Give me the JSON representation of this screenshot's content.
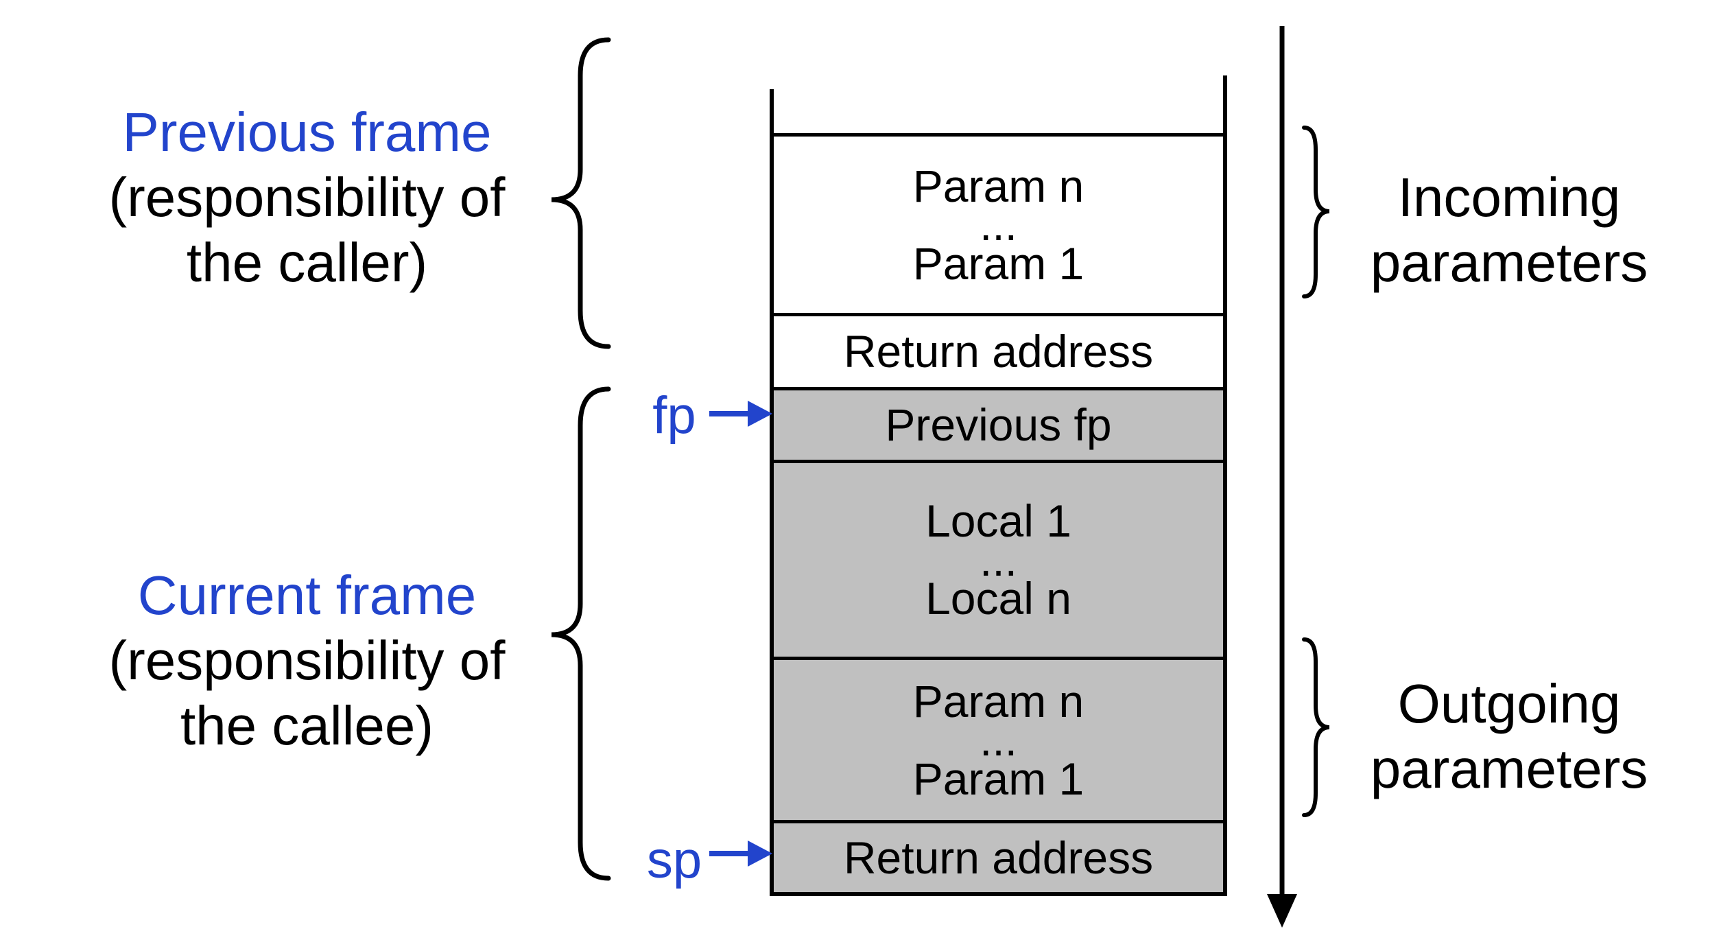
{
  "colors": {
    "accent_blue": "#2244CC",
    "cell_gray": "#C0C0C0",
    "line_black": "#000000",
    "background_white": "#FFFFFF"
  },
  "left_labels": {
    "previous": {
      "line1": "Previous frame",
      "line2": "(responsibility of",
      "line3": "the caller)"
    },
    "current": {
      "line1": "Current frame",
      "line2": "(responsibility of",
      "line3": "the callee)"
    }
  },
  "pointers": {
    "fp": "fp",
    "sp": "sp"
  },
  "stack": {
    "cells": [
      {
        "name": "incoming-params",
        "fill": "white",
        "lines": [
          "Param n",
          "...",
          "Param 1"
        ]
      },
      {
        "name": "return-address-caller",
        "fill": "white",
        "lines": [
          "Return address"
        ]
      },
      {
        "name": "previous-fp",
        "fill": "gray",
        "lines": [
          "Previous fp"
        ]
      },
      {
        "name": "locals",
        "fill": "gray",
        "lines": [
          "Local 1",
          "...",
          "Local n"
        ]
      },
      {
        "name": "outgoing-params",
        "fill": "gray",
        "lines": [
          "Param n",
          "...",
          "Param 1"
        ]
      },
      {
        "name": "return-address-callee",
        "fill": "gray",
        "lines": [
          "Return address"
        ]
      }
    ]
  },
  "right_labels": {
    "incoming": {
      "line1": "Incoming",
      "line2": "parameters"
    },
    "outgoing": {
      "line1": "Outgoing",
      "line2": "parameters"
    }
  },
  "shapes": {
    "previous_frame_brace": "left-curly-brace",
    "current_frame_brace": "left-curly-brace",
    "incoming_params_brace": "right-curly-brace",
    "outgoing_params_brace": "right-curly-brace",
    "stack_growth_arrow": "down-arrow",
    "fp_arrow": "right-arrow",
    "sp_arrow": "right-arrow"
  }
}
